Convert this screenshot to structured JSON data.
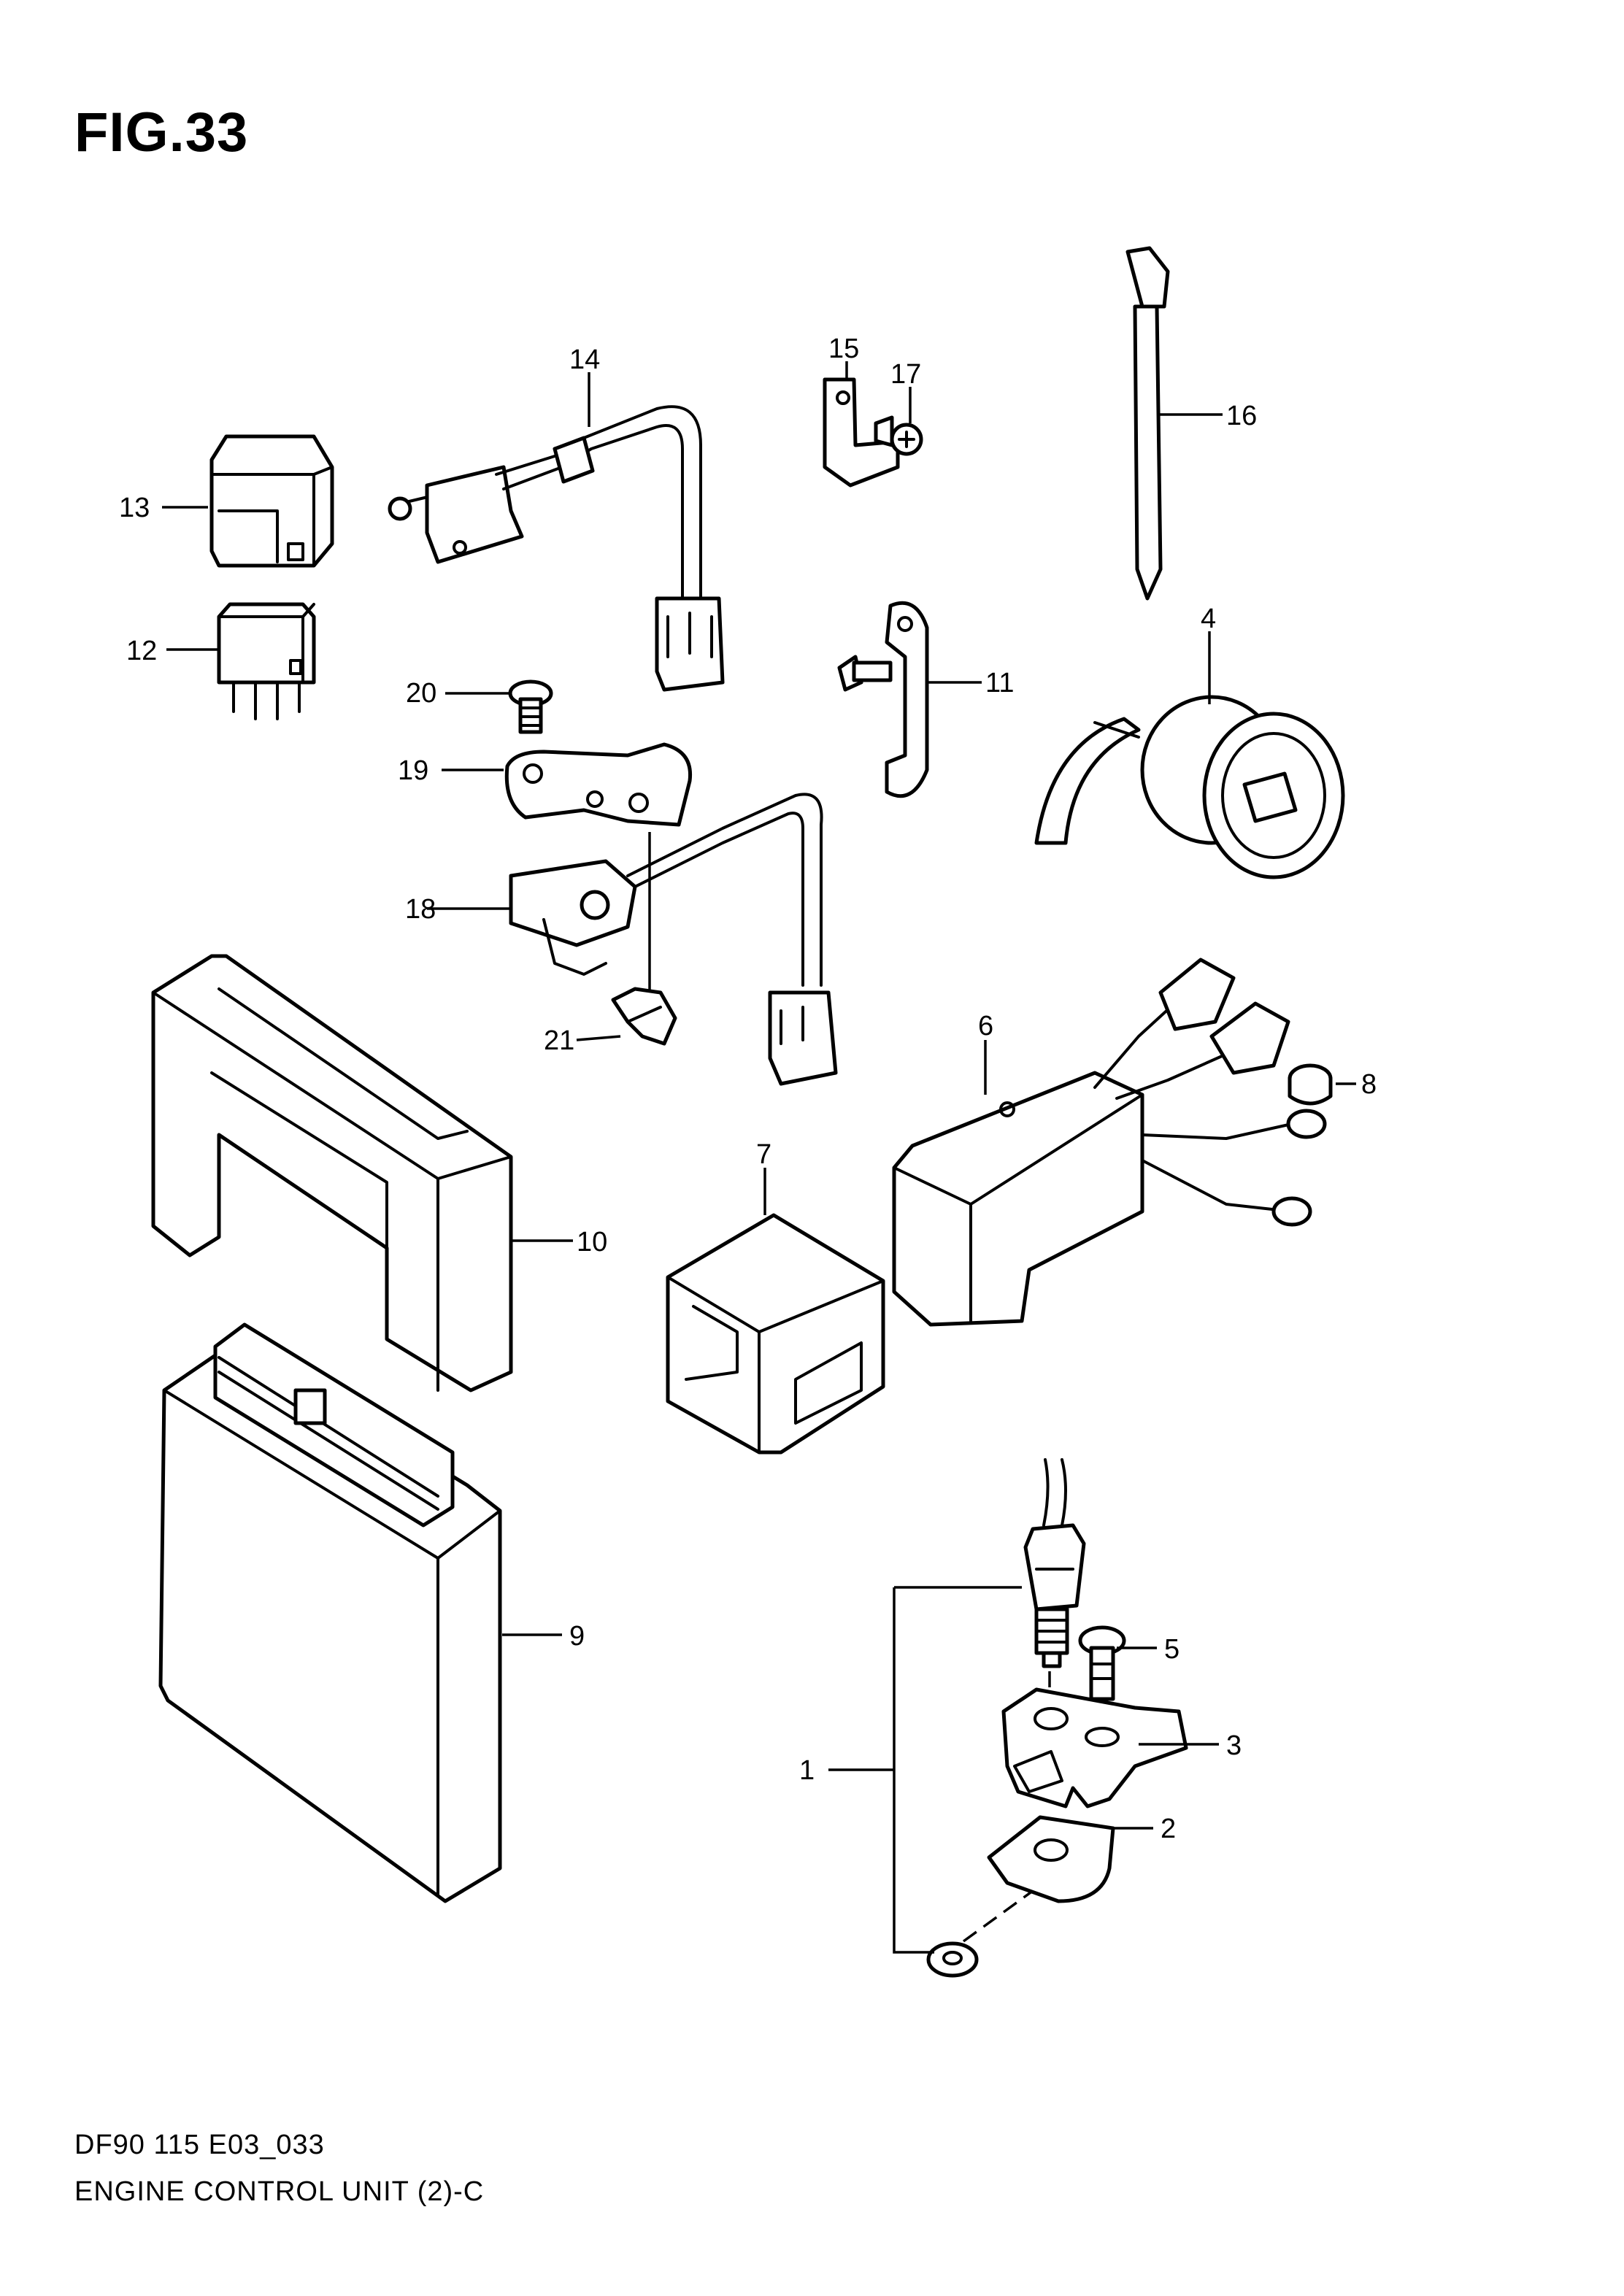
{
  "figure": {
    "title": "FIG.33"
  },
  "callouts": {
    "c1": "1",
    "c2": "2",
    "c3": "3",
    "c4": "4",
    "c5": "5",
    "c6": "6",
    "c7": "7",
    "c8": "8",
    "c9": "9",
    "c10": "10",
    "c11": "11",
    "c12": "12",
    "c13": "13",
    "c14": "14",
    "c15": "15",
    "c16": "16",
    "c17": "17",
    "c18": "18",
    "c19": "19",
    "c20": "20",
    "c21": "21"
  },
  "footer": {
    "code": "DF90 115 E03_033",
    "title": "ENGINE CONTROL UNIT (2)-C"
  }
}
